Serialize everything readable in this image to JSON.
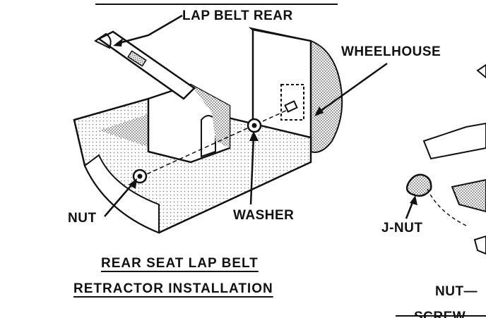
{
  "labels": {
    "lap_belt_rear": "LAP BELT REAR",
    "wheelhouse": "WHEELHOUSE",
    "nut": "NUT",
    "washer": "WASHER",
    "j_nut": "J-NUT",
    "nut_right": "NUT—",
    "screw_partial": "SCREW"
  },
  "caption": {
    "line1": "REAR SEAT LAP BELT",
    "line2": "RETRACTOR INSTALLATION"
  },
  "colors": {
    "ink": "#111111",
    "shading": "#9a9a9a",
    "paper": "#ffffff"
  }
}
